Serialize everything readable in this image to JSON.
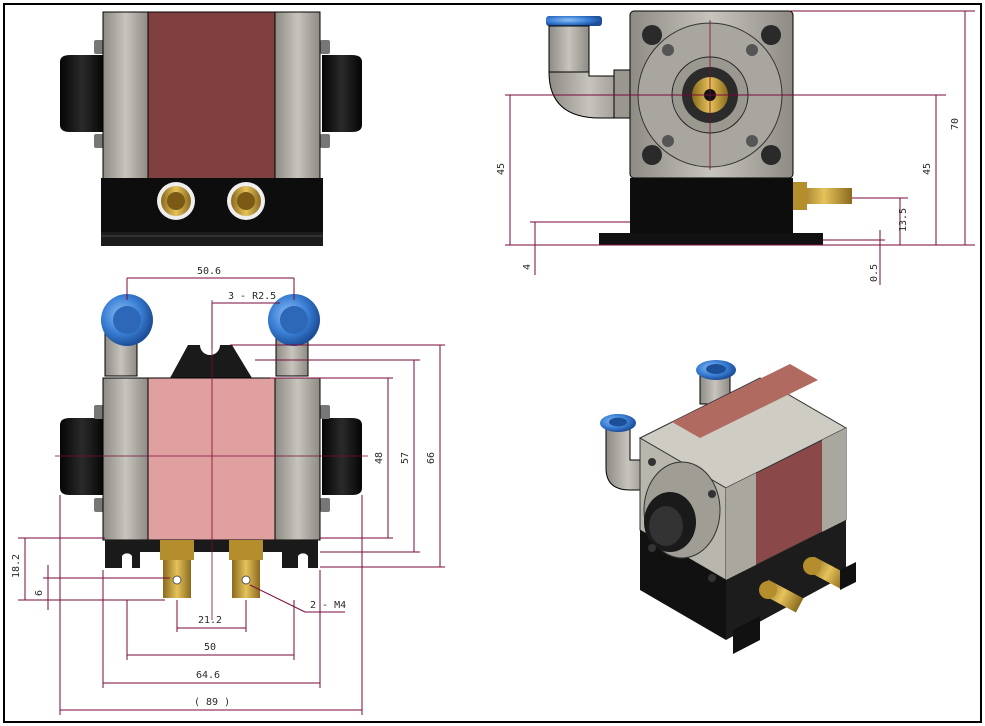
{
  "colors": {
    "frame": "#000000",
    "dimension_line": "#7a0a3a",
    "copper_dark": "#804040",
    "copper_light": "#e0a0a0",
    "aluminum": "#b5b2aa",
    "black_body": "#111111",
    "brass": "#c9a23c",
    "blue_fitting": "#3a7fd5"
  },
  "views": {
    "top_view": {
      "label": ""
    },
    "side_view": {
      "dims": {
        "d70": "70",
        "d45_right": "45",
        "d45_left": "45",
        "d13_5": "13.5",
        "d4": "4",
        "d0_5": "0.5"
      }
    },
    "front_view": {
      "dims": {
        "d50_6": "50.6",
        "note_r2_5": "3 - R2.5",
        "d48": "48",
        "d57": "57",
        "d66": "66",
        "d18_2": "18.2",
        "d6": "6",
        "d21_2": "21.2",
        "note_m4": "2 - M4",
        "d50": "50",
        "d64_6": "64.6",
        "d89": "( 89 )"
      }
    },
    "iso_view": {
      "label": ""
    }
  }
}
